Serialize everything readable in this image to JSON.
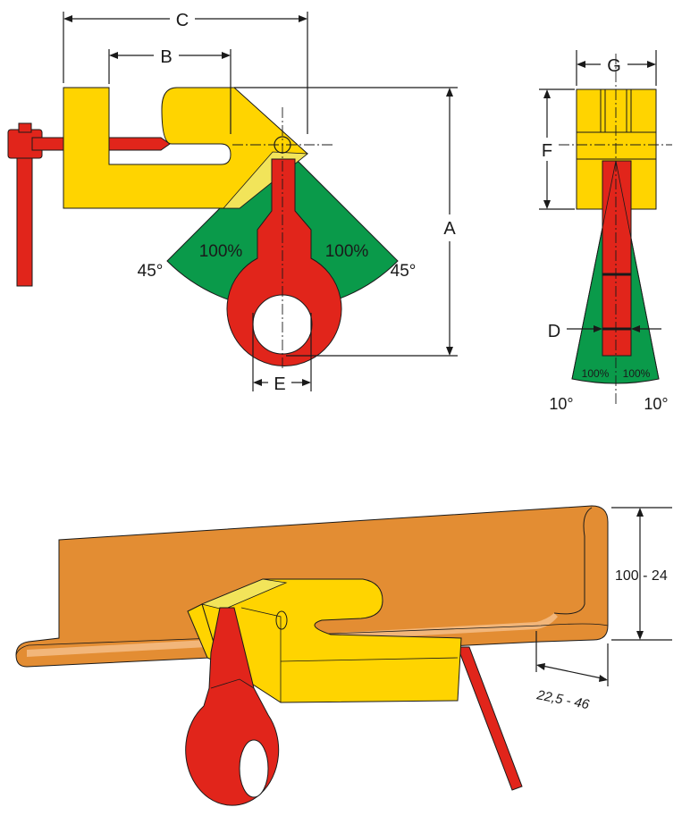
{
  "colors": {
    "yellow": "#ffd400",
    "yellow_light": "#f2e45a",
    "red": "#e1251b",
    "green": "#0a9a4a",
    "orange": "#e38d33",
    "orange_light": "#f2b67a",
    "line": "#1a1a1a"
  },
  "dimensions": {
    "a": "A",
    "b": "B",
    "c": "C",
    "d": "D",
    "e": "E",
    "f": "F",
    "g": "G"
  },
  "side_view": {
    "load_left": "100%",
    "load_right": "100%",
    "angle_left": "45°",
    "angle_right": "45°"
  },
  "front_view": {
    "load_left": "100%",
    "load_right": "100%",
    "angle_left": "10°",
    "angle_right": "10°"
  },
  "beam": {
    "height_range": "100 - 24",
    "flange_range": "22,5 - 46"
  }
}
